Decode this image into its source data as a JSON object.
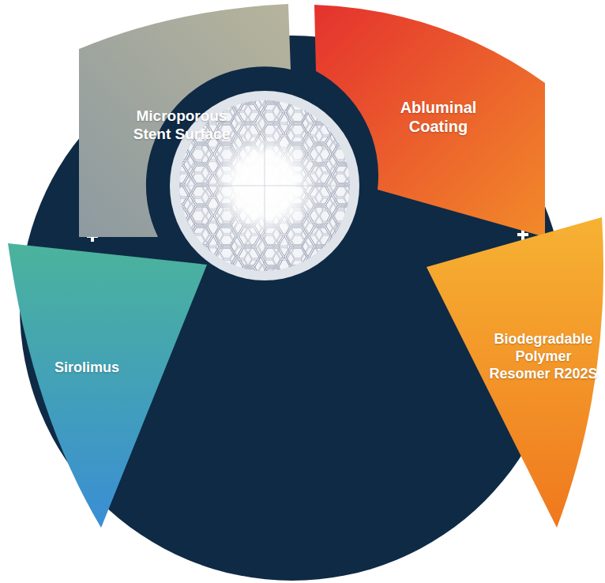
{
  "diagram": {
    "nodes": [
      {
        "text": [
          "Microporous Stent Surface"
        ]
      },
      {
        "text": [
          "Abluminal Coating"
        ]
      },
      {
        "text": [
          "Sirolimus"
        ]
      },
      {
        "text": [
          "Biodegradable Polymer Resomer R202S"
        ]
      }
    ]
  }
}
